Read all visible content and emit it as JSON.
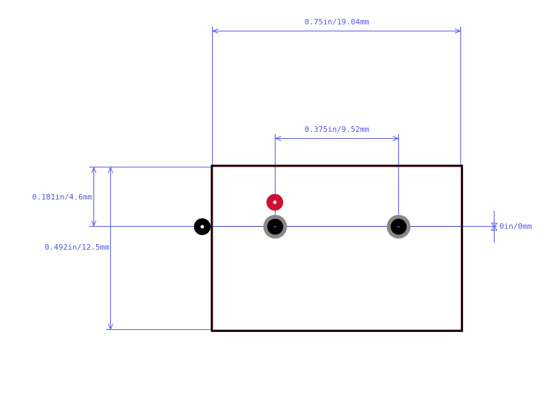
{
  "dimensions": {
    "overall_width": "0.75in/19.04mm",
    "pin_spacing": "0.375in/9.52mm",
    "pin_offset_height": "0.181in/4.6mm",
    "overall_height": "0.492in/12.5mm",
    "zero_offset": "0in/0mm"
  },
  "colors": {
    "dimension": "#5555ee",
    "outline": "#000000",
    "outline_inner": "#cc3344",
    "pad_ring": "#888888",
    "pad_hole": "#000000",
    "marker_red": "#cc1133",
    "marker_black": "#000000"
  },
  "labels": {
    "view_title": ""
  }
}
